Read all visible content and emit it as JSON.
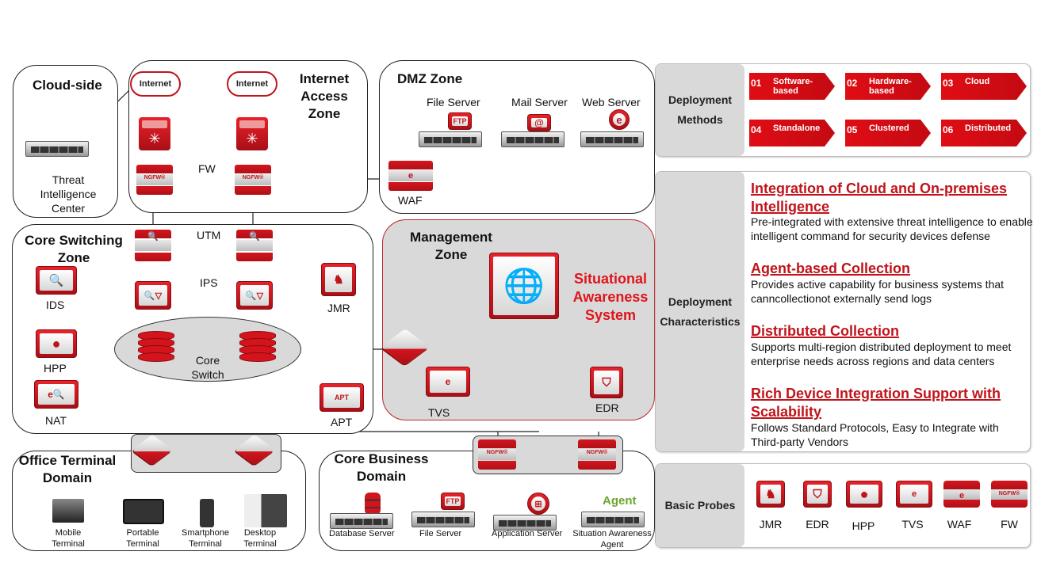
{
  "zones": {
    "cloud_side": {
      "title": "Cloud-side",
      "device_label": "Threat\nIntelligence\nCenter"
    },
    "internet_access": {
      "title": "Internet\nAccess\nZone",
      "internet_label": "Internet",
      "fw_label": "FW"
    },
    "dmz": {
      "title": "DMZ Zone",
      "servers": [
        "File Server",
        "Mail Server",
        "Web Server"
      ],
      "waf_label": "WAF"
    },
    "core_switching": {
      "title": "Core Switching\nZone",
      "utm_label": "UTM",
      "ips_label": "IPS",
      "core_switch_label": "Core\nSwitch",
      "left_devices": [
        "IDS",
        "HPP",
        "NAT"
      ],
      "right_devices": [
        "JMR",
        "APT"
      ]
    },
    "management": {
      "title": "Management\nZone",
      "system_label": "Situational\nAwareness\nSystem",
      "devices": [
        "TVS",
        "EDR"
      ]
    },
    "office_terminal": {
      "title": "Office Terminal\nDomain",
      "terminals": [
        "Mobile\nTerminal",
        "Portable\nTerminal",
        "Smartphone\nTerminal",
        "Desktop\nTerminal"
      ]
    },
    "core_business": {
      "title": "Core Business\nDomain",
      "servers": [
        "Database Server",
        "File Server",
        "Application Server",
        "Situation Awareness\nAgent"
      ],
      "agent_tag": "Agent",
      "ngfw_text": "NGFW®"
    }
  },
  "panel": {
    "deployment_methods": {
      "heading": "Deployment\nMethods",
      "items": [
        {
          "num": "01",
          "label": "Software-\nbased"
        },
        {
          "num": "02",
          "label": "Hardware-\nbased"
        },
        {
          "num": "03",
          "label": "Cloud"
        },
        {
          "num": "04",
          "label": "Standalone"
        },
        {
          "num": "05",
          "label": "Clustered"
        },
        {
          "num": "06",
          "label": "Distributed"
        }
      ]
    },
    "deployment_characteristics": {
      "heading": "Deployment\nCharacteristics",
      "items": [
        {
          "title": "Integration of Cloud and On-premises Intelligence",
          "desc": "Pre-integrated with extensive threat intelligence to enable intelligent command for security devices defense"
        },
        {
          "title": "Agent-based Collection",
          "desc": "Provides active capability for business systems that canncollectionot externally send logs"
        },
        {
          "title": "Distributed Collection",
          "desc": "Supports multi-region distributed deployment to meet enterprise needs across regions and data centers"
        },
        {
          "title": "Rich Device Integration Support with Scalability",
          "desc": "Follows Standard Protocols, Easy to Integrate with Third-party Vendors"
        }
      ]
    },
    "basic_probes": {
      "heading": "Basic Probes",
      "items": [
        "JMR",
        "EDR",
        "HPP",
        "TVS",
        "WAF",
        "FW"
      ]
    }
  },
  "colors": {
    "accent_red": "#c0141b",
    "panel_grey": "#d9d9d9",
    "agent_green": "#6aa52f"
  }
}
